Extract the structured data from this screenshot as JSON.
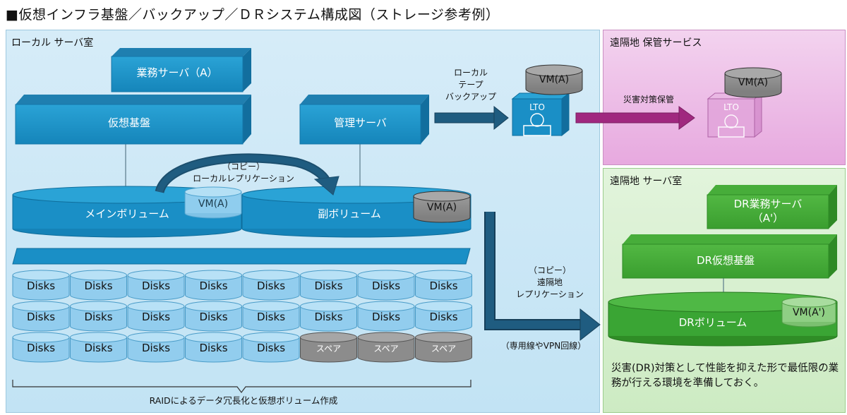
{
  "title": "■仮想インフラ基盤／バックアップ／ＤＲシステム構成図（ストレージ参考例）",
  "local": {
    "panel_label": "ローカル サーバ室",
    "business_server": "業務サーバ（A）",
    "virtual_platform": "仮想基盤",
    "mgmt_server": "管理サーバ",
    "main_volume": "メインボリューム",
    "sub_volume": "副ボリューム",
    "vm_main": "VM(A)",
    "vm_sub": "VM(A)",
    "repl_copy": "（コピー）",
    "repl_label": "ローカルレプリケーション",
    "disks": [
      [
        "Disks",
        "Disks",
        "Disks",
        "Disks",
        "Disks",
        "Disks",
        "Disks",
        "Disks"
      ],
      [
        "Disks",
        "Disks",
        "Disks",
        "Disks",
        "Disks",
        "Disks",
        "Disks",
        "Disks"
      ],
      [
        "Disks",
        "Disks",
        "Disks",
        "Disks",
        "Disks",
        "スペア",
        "スペア",
        "スペア"
      ]
    ],
    "raid_caption": "RAIDによるデータ冗長化と仮想ボリューム作成"
  },
  "backup": {
    "label_line1": "ローカル",
    "label_line2": "テープ",
    "label_line3": "バックアップ",
    "vm": "VM(A)",
    "lto": "LTO"
  },
  "offsite": {
    "panel_label": "遠隔地 保管サービス",
    "storage_label": "災害対策保管",
    "vm": "VM(A)",
    "lto": "LTO"
  },
  "remote_repl": {
    "copy": "（コピー）",
    "line1": "遠隔地",
    "line2": "レプリケーション",
    "line3": "（専用線やVPN回線）"
  },
  "dr": {
    "panel_label": "遠隔地 サーバ室",
    "business_server_line1": "DR業務サーバ",
    "business_server_line2": "（A'）",
    "virtual_platform": "DR仮想基盤",
    "volume": "DRボリューム",
    "vm": "VM(A')",
    "note": "災害(DR)対策として性能を抑えた形で最低限の業務が行える環境を準備しておく。"
  },
  "colors": {
    "local_bg": "#cfe9f7",
    "blue": "#1a8fc6",
    "navy": "#1b4f72",
    "green": "#3aa534",
    "magenta": "#a0287f",
    "gray": "#8a8a8a"
  }
}
